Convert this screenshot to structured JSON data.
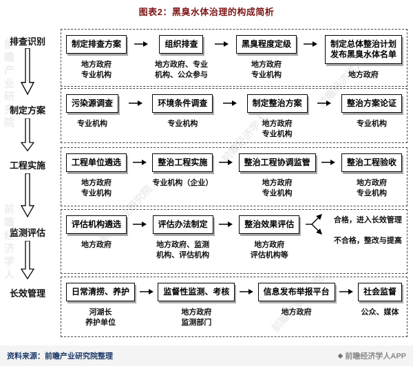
{
  "title": "图表2：黑臭水体治理的构成简析",
  "colors": {
    "title_text": "#7d1616",
    "source_text": "#1b3a68",
    "box_shadow": "#a8a8a8"
  },
  "stages": [
    {
      "label": "排查识别"
    },
    {
      "label": "制定方案"
    },
    {
      "label": "工程实施"
    },
    {
      "label": "监测评估"
    },
    {
      "label": "长效管理"
    }
  ],
  "rows": [
    {
      "boxes": [
        {
          "label": "制定排查方案",
          "sub": "地方政府\n专业机构"
        },
        {
          "label": "组织排查",
          "sub": "地方政府、专业\n机构、公众参与"
        },
        {
          "label": "黑臭程度定级",
          "sub": "地方政府\n专业机构"
        },
        {
          "label": "制定总体整治计划\n发布黑臭水体名单",
          "sub": "地方政府"
        }
      ]
    },
    {
      "boxes": [
        {
          "label": "污染源调查",
          "sub": "专业机构"
        },
        {
          "label": "环境条件调查",
          "sub": "专业机构"
        },
        {
          "label": "制定整治方案",
          "sub": "地方政府\n专业机构"
        },
        {
          "label": "整治方案论证",
          "sub": "专业机构"
        }
      ]
    },
    {
      "boxes": [
        {
          "label": "工程单位遴选",
          "sub": "地方政府\n专业机构"
        },
        {
          "label": "整治工程实施",
          "sub": "专业机构（企业）"
        },
        {
          "label": "整治工程协调监管",
          "sub": "地方政府\n专业机构"
        },
        {
          "label": "整治工程验收",
          "sub": "地方政府\n专业机构"
        }
      ]
    },
    {
      "boxes": [
        {
          "label": "评估机构遴选",
          "sub": "地方政府"
        },
        {
          "label": "评估办法制定",
          "sub": "地方政府、监测\n机构、评估机构"
        },
        {
          "label": "整治效果评估",
          "sub": "地方政府\n评估机构等"
        }
      ],
      "outcomes": [
        {
          "label": "合格，进入长效管理"
        },
        {
          "label": "不合格，整改与提高"
        }
      ]
    },
    {
      "boxes": [
        {
          "label": "日常清捞、养护",
          "sub": "河湖长\n养护单位"
        },
        {
          "label": "监督性监测、考核",
          "sub": "地方政府\n监测部门"
        },
        {
          "label": "信息发布举报平台",
          "sub": "地方政府"
        },
        {
          "label": "社会监督",
          "sub": "公众、媒体"
        }
      ]
    }
  ],
  "footer": {
    "source": "资料来源：前瞻产业研究院整理",
    "brand_icon": "◆",
    "brand": "前瞻经济学人APP"
  },
  "watermark": {
    "text": "前瞻产业研究院",
    "text2": "前瞻经济学人"
  }
}
